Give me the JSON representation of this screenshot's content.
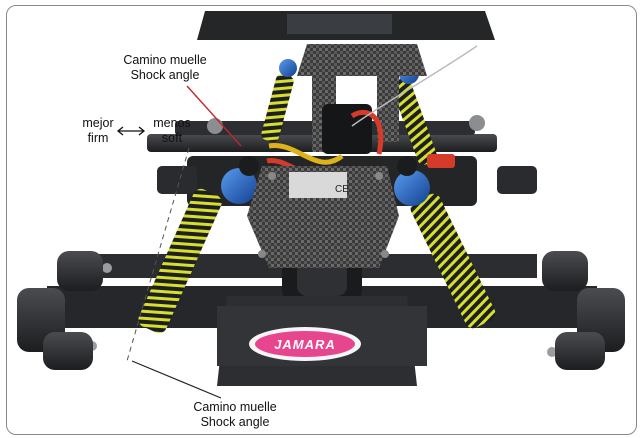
{
  "labels": {
    "top_es": "Camino muelle",
    "top_en": "Shock angle",
    "bottom_es": "Camino muelle",
    "bottom_en": "Shock angle",
    "mejor": "mejor",
    "firm": "firm",
    "menos": "menos",
    "soft": "soft",
    "logo": "JAMARA",
    "plate_text": "CE"
  },
  "colors": {
    "accent_line": "#c0262d",
    "spring": "#d6df2e",
    "shock_cap": "#1f5fb8",
    "chassis": "#2b2d30",
    "logo_pink": "#e7468f"
  },
  "icons": {
    "arrow": "double-headed-arrow"
  }
}
